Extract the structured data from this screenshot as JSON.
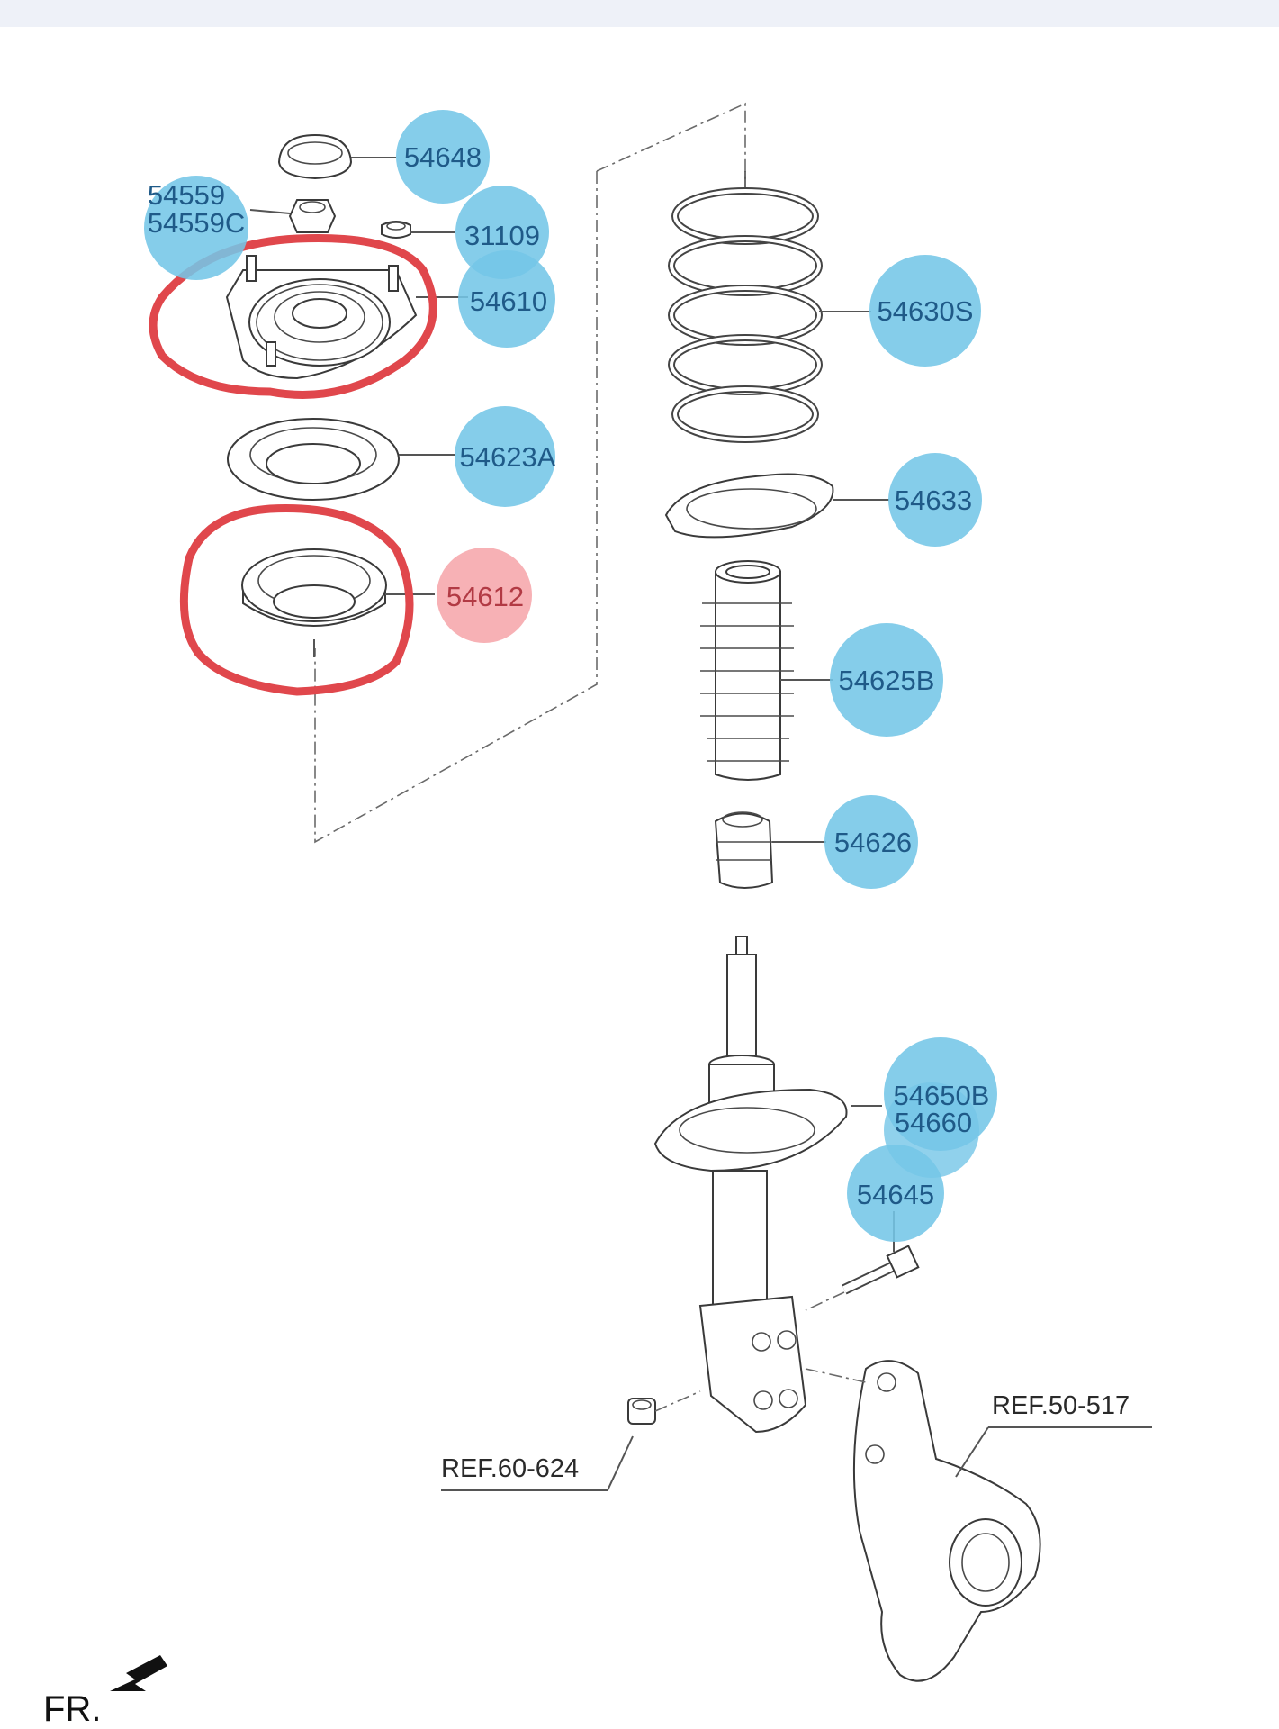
{
  "diagram": {
    "highlight_colors": {
      "callout_blue": "#74c6e7",
      "callout_pink": "#f6a8ad",
      "circle_markup": "#e0474c"
    },
    "callouts": [
      {
        "id": "54648",
        "lines": [
          "54648"
        ],
        "color": "blue"
      },
      {
        "id": "54559",
        "lines": [
          "54559",
          "54559C"
        ],
        "color": "blue"
      },
      {
        "id": "31109",
        "lines": [
          "31109"
        ],
        "color": "blue"
      },
      {
        "id": "54610",
        "lines": [
          "54610"
        ],
        "color": "blue"
      },
      {
        "id": "54623A",
        "lines": [
          "54623A"
        ],
        "color": "blue"
      },
      {
        "id": "54612",
        "lines": [
          "54612"
        ],
        "color": "pink"
      },
      {
        "id": "54630S",
        "lines": [
          "54630S"
        ],
        "color": "blue"
      },
      {
        "id": "54633",
        "lines": [
          "54633"
        ],
        "color": "blue"
      },
      {
        "id": "54625B",
        "lines": [
          "54625B"
        ],
        "color": "blue"
      },
      {
        "id": "54626",
        "lines": [
          "54626"
        ],
        "color": "blue"
      },
      {
        "id": "54650B",
        "lines": [
          "54650B",
          "54660"
        ],
        "color": "blue"
      },
      {
        "id": "54645",
        "lines": [
          "54645"
        ],
        "color": "blue"
      }
    ],
    "references": [
      "REF.60-624",
      "REF.50-517"
    ],
    "direction_label": "FR."
  }
}
